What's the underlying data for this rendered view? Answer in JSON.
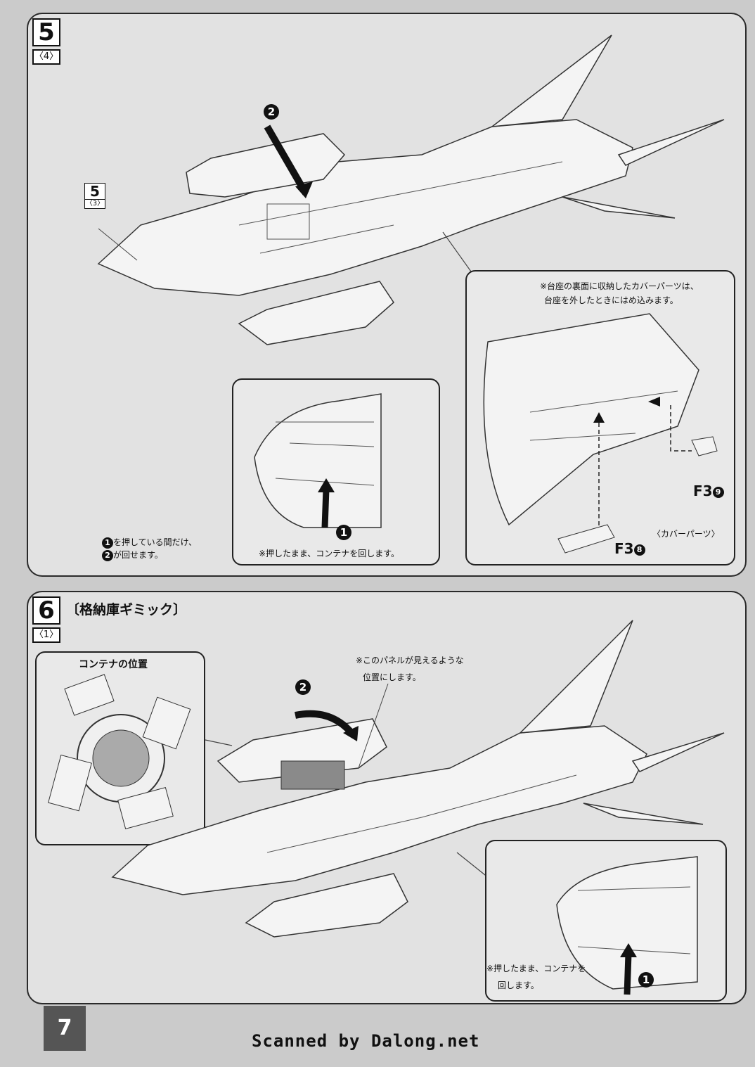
{
  "page_number": "7",
  "credit": "Scanned by Dalong.net",
  "step5": {
    "number": "5",
    "substep": "〈4〉",
    "ref_number": "5",
    "ref_substep": "〈3〉",
    "callout_2": "2",
    "note_main_a": "を押している間だけ、",
    "note_main_b": "が回せます。",
    "inset_left_note": "※押したまま、コンテナを回します。",
    "inset_left_callout": "1",
    "inset_right_note_1": "※台座の裏面に収納したカバーパーツは、",
    "inset_right_note_2": "台座を外したときにはめ込みます。",
    "part_f3_9": "F3",
    "part_f3_9_circ": "9",
    "part_f3_8": "F3",
    "part_f3_8_circ": "8",
    "cover_parts_label": "〈カバーパーツ〉",
    "circ_1": "1",
    "circ_2": "2"
  },
  "step6": {
    "number": "6",
    "substep": "〈1〉",
    "title": "〔格納庫ギミック〕",
    "container_position": "コンテナの位置",
    "panel_note_1": "※このパネルが見えるような",
    "panel_note_2": "位置にします。",
    "callout_2": "2",
    "inset_note_1": "※押したまま、コンテナを",
    "inset_note_2": "回します。",
    "inset_callout": "1"
  }
}
